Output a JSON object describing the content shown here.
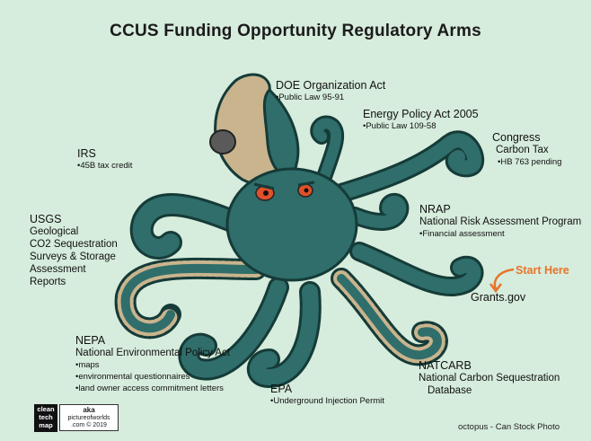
{
  "title": "CCUS Funding Opportunity Regulatory Arms",
  "colors": {
    "background": "#d6ecdc",
    "octopus": "#2f6e6a",
    "suckers": "#c9b48e",
    "eyes": "#e0502a",
    "accent": "#e8742a"
  },
  "labels": {
    "doe": {
      "head": "DOE Organization Act",
      "sub": "Public Law 95-91"
    },
    "epact": {
      "head": "Energy Policy Act 2005",
      "sub": "Public Law 109-58"
    },
    "congress": {
      "head": "Congress",
      "line": "Carbon Tax",
      "sub": "HB 763 pending"
    },
    "irs": {
      "head": "IRS",
      "sub": "45B tax credit"
    },
    "usgs": {
      "head": "USGS",
      "lines": [
        "Geological",
        "CO2 Sequestration",
        "Surveys & Storage",
        "Assessment",
        "Reports"
      ]
    },
    "nrap": {
      "head": "NRAP",
      "line": "National Risk Assessment Program",
      "sub": "Financial assessment"
    },
    "grants": {
      "head": "Grants.gov",
      "callout": "Start Here"
    },
    "nepa": {
      "head": "NEPA",
      "line": "National Environmental Policy Act",
      "subs": [
        "maps",
        "environmental questionnaires",
        "land owner access commitment letters"
      ]
    },
    "epa": {
      "head": "EPA",
      "sub": "Underground Injection Permit"
    },
    "natcarb": {
      "head": "NATCARB",
      "lines": [
        "National Carbon Sequestration",
        "Database"
      ]
    }
  },
  "footer": {
    "logo_lines": [
      "clean",
      "tech",
      "map"
    ],
    "aka_lines": [
      "aka",
      "pictureofworlds",
      ".com © 2019"
    ],
    "credit": "octopus - Can Stock Photo"
  }
}
